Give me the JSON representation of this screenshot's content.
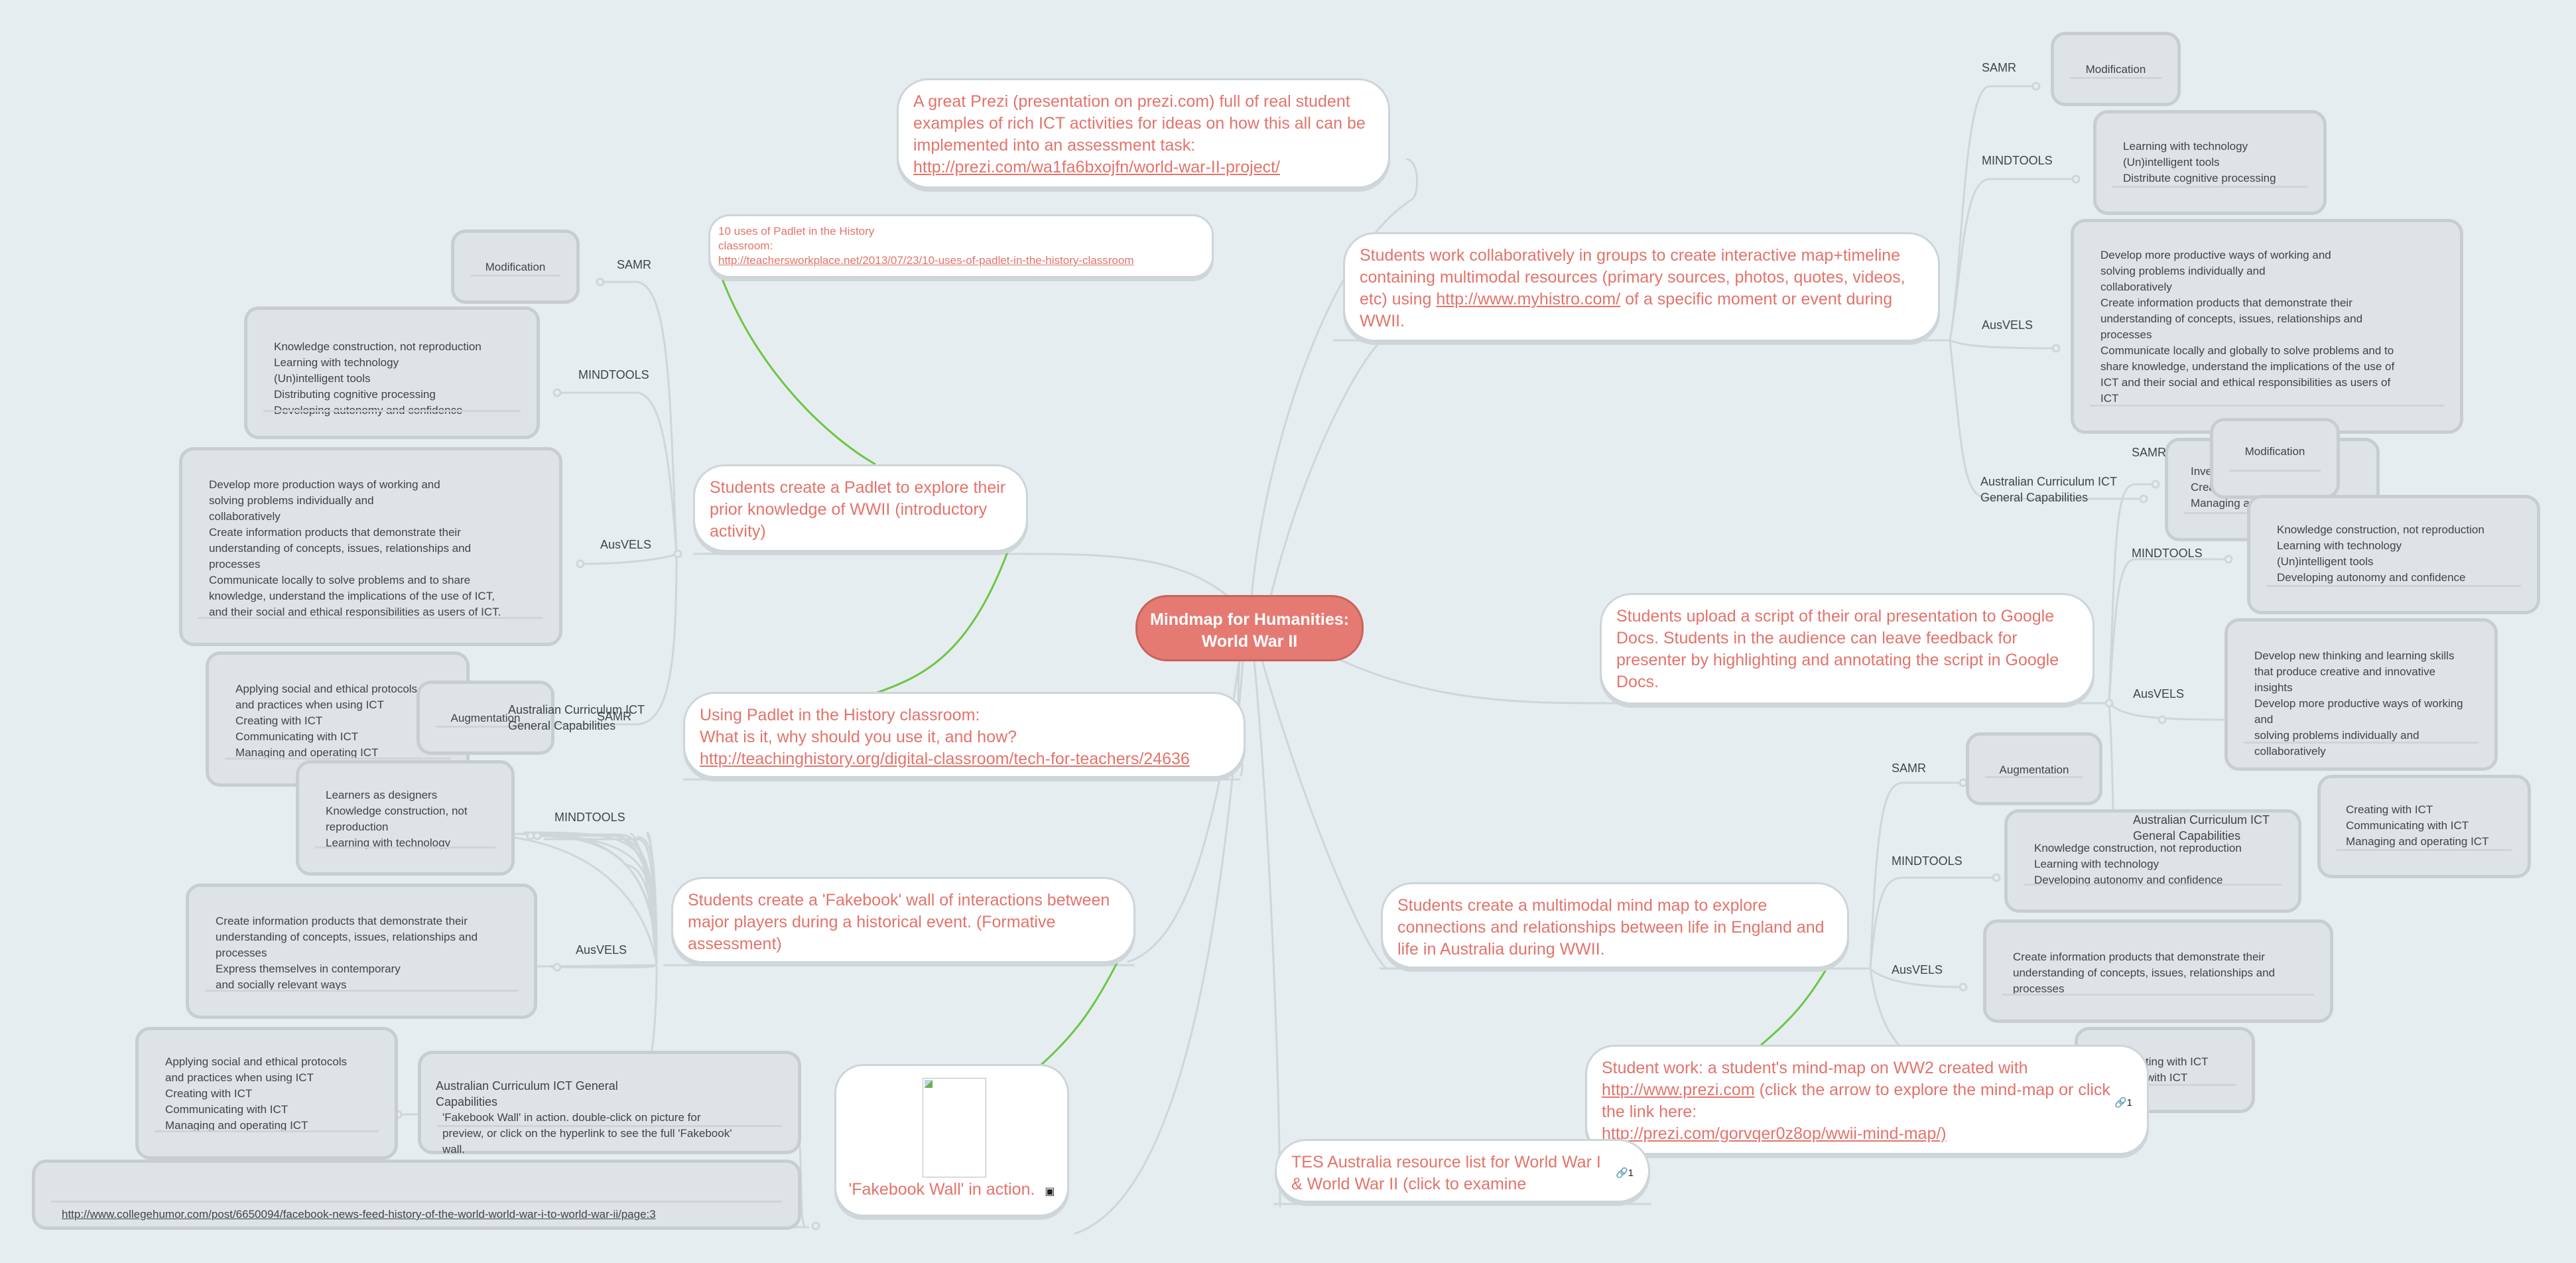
{
  "root": {
    "title": "Mindmap for Humanities: World War II"
  },
  "colors": {
    "accent": "#e57a72",
    "text_accent": "#e3736b",
    "background": "#e6edf0",
    "link_green": "#6cc644",
    "box_bg": "#dee3e7"
  },
  "left_branches": {
    "prezi_note": {
      "text": "A great Prezi (presentation on prezi.com) full of real student examples of rich ICT activities for ideas on how this all can be implemented into an assessment task:",
      "link": "http://prezi.com/wa1fa6bxojfn/world-war-II-project/"
    },
    "padlet_uses": {
      "text_line1": "10 uses of Padlet in the History",
      "text_line2": "classroom:",
      "link": "http://teachersworkplace.net/2013/07/23/10-uses-of-padlet-in-the-history-classroom"
    },
    "padlet_activity": {
      "text": "Students create a Padlet to explore their prior knowledge of WWII (introductory activity)",
      "samr_label": "SAMR",
      "samr_value": "Modification",
      "mindtools_label": "MINDTOOLS",
      "mindtools_value": "Knowledge construction, not reproduction\nLearning with technology\n(Un)intelligent tools\nDistributing cognitive processing\nDeveloping autonomy and confidence",
      "ausvels_label": "AusVELS",
      "ausvels_value": "Develop more production ways of working and\nsolving problems individually and\ncollaboratively\nCreate information products that demonstrate their\nunderstanding of concepts, issues, relationships and\nprocesses\nCommunicate locally to solve problems and to share\nknowledge, understand the implications of the use of ICT,\nand their social and ethical responsibilities as users of ICT.",
      "acict_label": "Australian Curriculum ICT\nGeneral Capabilities",
      "acict_value": "Applying social and ethical protocols\nand practices when using ICT\nCreating with ICT\nCommunicating with ICT\nManaging and operating ICT"
    },
    "padlet_resource": {
      "line1": "Using Padlet in the History classroom:",
      "line2": "What is it, why should you use it, and how?",
      "link": "http://teachinghistory.org/digital-classroom/tech-for-teachers/24636"
    },
    "fakebook_activity": {
      "text": "Students create a 'Fakebook' wall of interactions between major players during a historical event. (Formative assessment)",
      "samr_label": "SAMR",
      "samr_value": "Augmentation",
      "mindtools_label": "MINDTOOLS",
      "mindtools_value": "Learners as designers\nKnowledge construction, not\nreproduction\nLearning with technology",
      "ausvels_label": "AusVELS",
      "ausvels_value": "Create information products that demonstrate their\nunderstanding of concepts, issues, relationships and\nprocesses\nExpress themselves in contemporary\nand socially relevant ways",
      "acict_label": "Australian Curriculum ICT General\nCapabilities",
      "acict_value": "Applying social and ethical protocols\nand practices when using ICT\nCreating with ICT\nCommunicating with ICT\nManaging and operating ICT"
    },
    "fakebook_wall": {
      "caption": "'Fakebook Wall' in action.",
      "icon": "image-icon",
      "note": "'Fakebook Wall' in action. double-click on picture for\npreview, or click on the hyperlink to see the full 'Fakebook'\nwall.",
      "link": "http://www.collegehumor.com/post/6650094/facebook-news-feed-history-of-the-world-world-war-i-to-world-war-ii/page:3"
    }
  },
  "right_branches": {
    "myhistro_activity": {
      "text_before": "Students work collaboratively in groups to create interactive map+timeline containing multimodal resources (primary sources, photos, quotes, videos, etc) using ",
      "link": "http://www.myhistro.com/",
      "text_after": " of a specific moment or event during WWII.",
      "samr_label": "SAMR",
      "samr_value": "Modification",
      "mindtools_label": "MINDTOOLS",
      "mindtools_value": "Learning with technology\n(Un)intelligent tools\nDistribute cognitive processing",
      "ausvels_label": "AusVELS",
      "ausvels_value": "Develop more productive ways of working and\nsolving problems individually and\ncollaboratively\nCreate information products that demonstrate their\nunderstanding of concepts, issues, relationships and\nprocesses\nCommunicate locally and globally to solve problems and to\nshare knowledge, understand the implications of the use of\nICT and their social and ethical responsibilities as users of\nICT",
      "acict_label": "Australian Curriculum ICT\nGeneral Capabilities",
      "acict_value": "Investigating with ICT\nCreating with ICT\nManaging and operating ICT"
    },
    "google_docs_activity": {
      "text": "Students upload a script of their oral presentation to Google Docs. Students in the audience can leave feedback for presenter by highlighting and annotating the script in Google Docs.",
      "samr_label": "SAMR",
      "samr_value": "Modification",
      "mindtools_label": "MINDTOOLS",
      "mindtools_value": "Knowledge construction, not reproduction\nLearning with technology\n(Un)intelligent tools\nDeveloping autonomy and confidence",
      "ausvels_label": "AusVELS",
      "ausvels_value": "Develop new thinking and learning skills\nthat produce creative and innovative\ninsights\nDevelop more productive ways of working and\nsolving problems individually and\ncollaboratively",
      "acict_label": "Australian Curriculum ICT\nGeneral Capabilities",
      "acict_value": "Creating with ICT\nCommunicating with ICT\nManaging and operating ICT"
    },
    "mindmap_activity": {
      "text": "Students create a multimodal mind map to explore connections and relationships between life in England and life in Australia during WWII.",
      "samr_label": "SAMR",
      "samr_value": "Augmentation",
      "mindtools_label": "MINDTOOLS",
      "mindtools_value": "Knowledge construction, not reproduction\nLearning with technology\nDeveloping autonomy and confidence",
      "ausvels_label": "AusVELS",
      "ausvels_value": "Create information products that demonstrate their\nunderstanding of concepts, issues, relationships and\nprocesses",
      "acict_value": "Investigating with ICT\nCreating with ICT"
    },
    "student_work": {
      "text_before": "Student work: a student's mind-map on WW2 created with ",
      "link1": "http://www.prezi.com",
      "text_middle": " (click the arrow to explore the mind-map or click the link here: ",
      "link2": "http://prezi.com/gorvqer0z8op/wwii-mind-map/)",
      "link_count": "1"
    },
    "tes_resource": {
      "text": "TES Australia resource list for World War I & World War II (click to examine",
      "link_count": "1"
    }
  }
}
